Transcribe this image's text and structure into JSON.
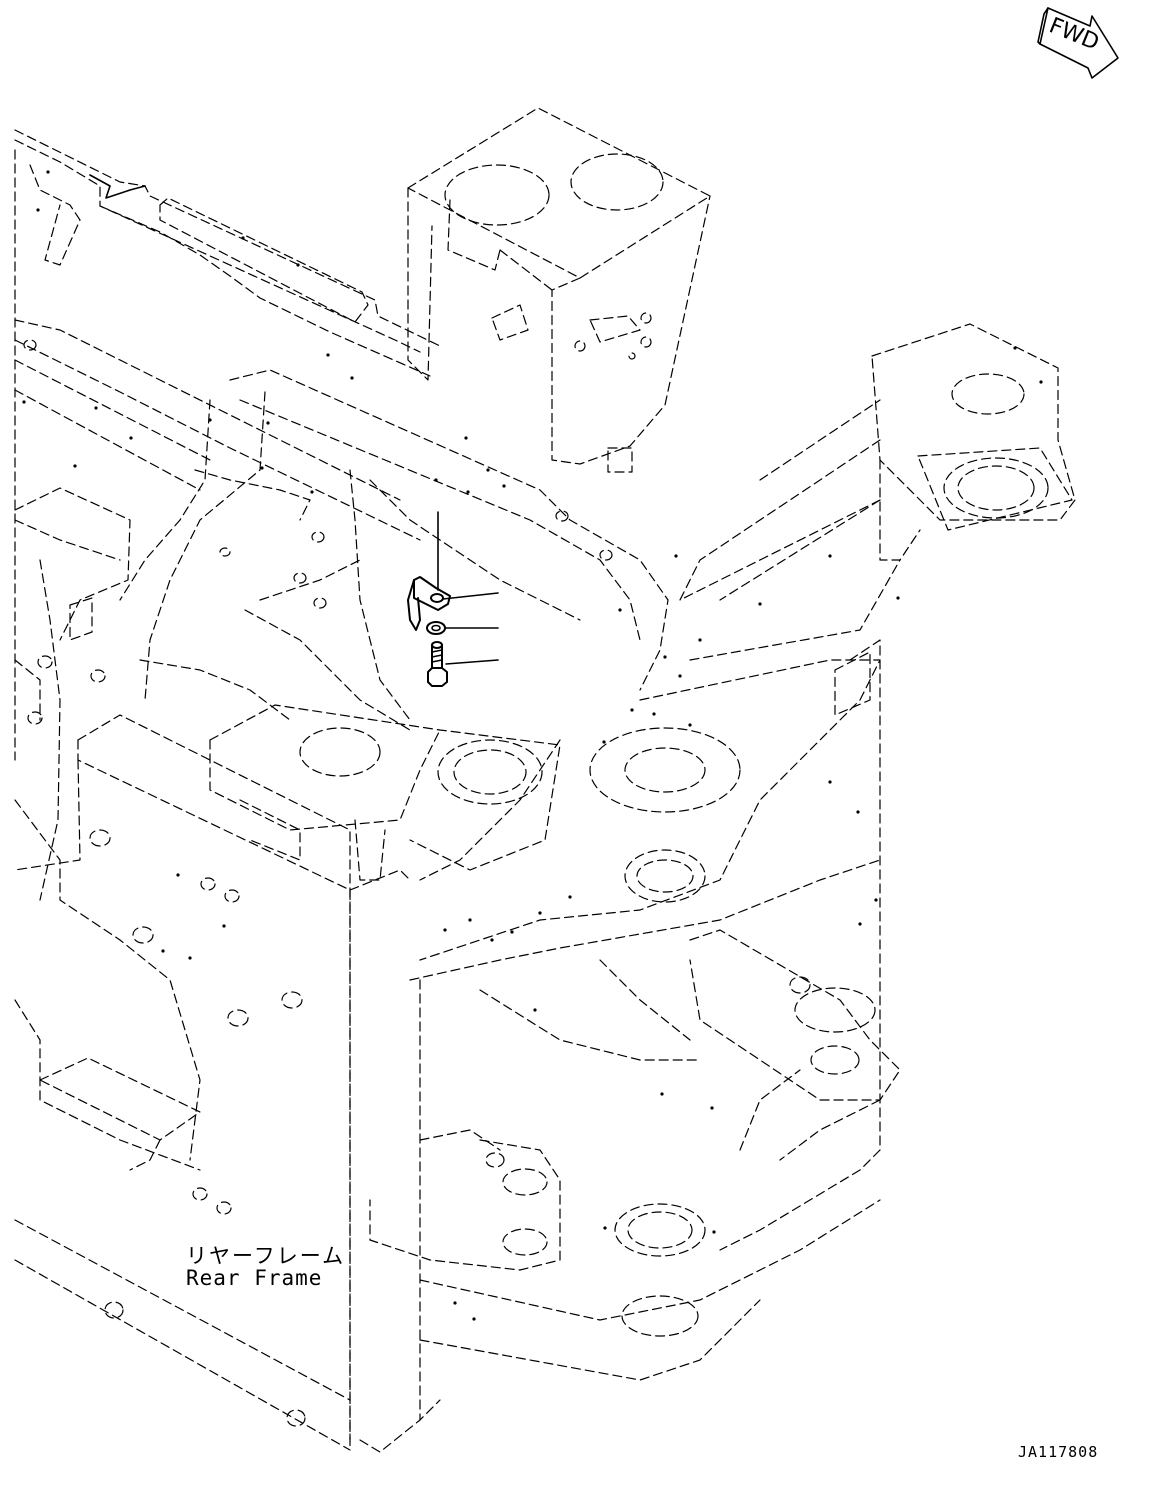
{
  "fwd_arrow": {
    "text": "FWD"
  },
  "part_label": {
    "japanese": "リヤーフレーム",
    "english": "Rear Frame"
  },
  "drawing_number": "JA117808",
  "callouts": [
    {
      "part": "bracket"
    },
    {
      "part": "washer"
    },
    {
      "part": "bolt"
    }
  ]
}
